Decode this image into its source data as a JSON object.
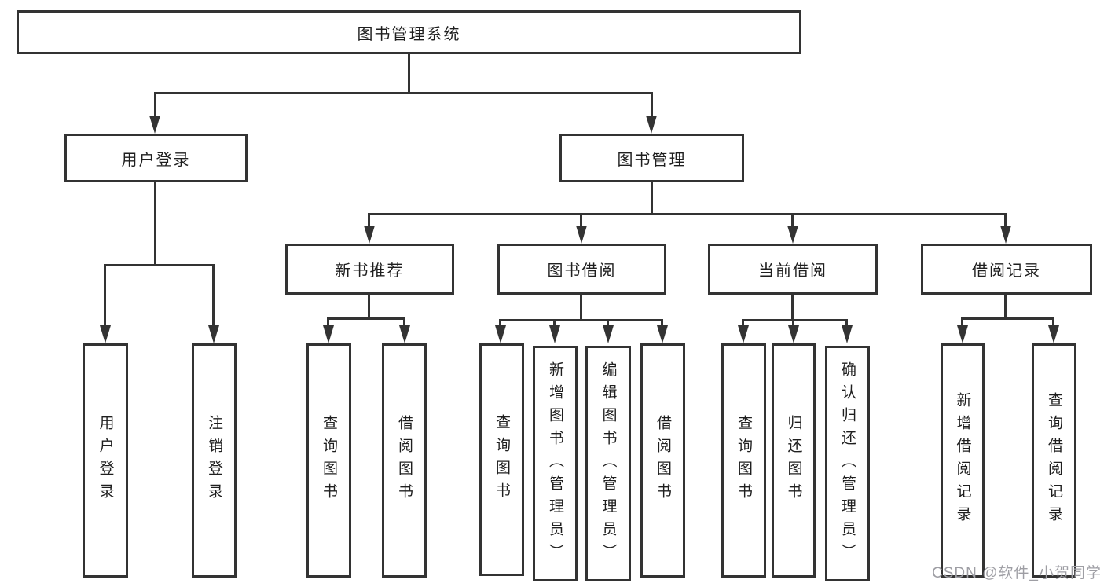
{
  "diagram": {
    "type": "feature-tree",
    "tree": {
      "label": "图书管理系统",
      "children": [
        {
          "label": "用户登录",
          "children": [
            {
              "label": "用户登录"
            },
            {
              "label": "注销登录"
            }
          ]
        },
        {
          "label": "图书管理",
          "children": [
            {
              "label": "新书推荐",
              "children": [
                {
                  "label": "查询图书"
                },
                {
                  "label": "借阅图书"
                }
              ]
            },
            {
              "label": "图书借阅",
              "children": [
                {
                  "label": "查询图书"
                },
                {
                  "label": "新增图书（管理员）"
                },
                {
                  "label": "编辑图书（管理员）"
                },
                {
                  "label": "借阅图书"
                }
              ]
            },
            {
              "label": "当前借阅",
              "children": [
                {
                  "label": "查询图书"
                },
                {
                  "label": "归还图书"
                },
                {
                  "label": "确认归还（管理员）"
                }
              ]
            },
            {
              "label": "借阅记录",
              "children": [
                {
                  "label": "新增借阅记录"
                },
                {
                  "label": "查询借阅记录"
                }
              ]
            }
          ]
        }
      ]
    }
  },
  "watermark": {
    "text": "CSDN @软件_小贺同学"
  },
  "colors": {
    "line": "#333333",
    "text": "#1f1f1f",
    "watermark": "#9e9ea4",
    "background": "#ffffff"
  }
}
